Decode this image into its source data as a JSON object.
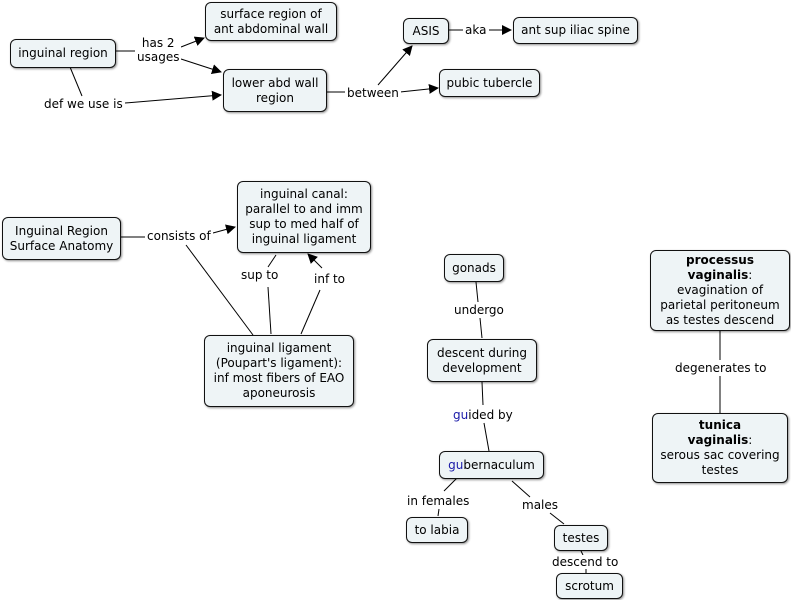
{
  "nodes": {
    "inguinal_region": "inguinal region",
    "surface_region": [
      "surface region of",
      "ant abdominal wall"
    ],
    "lower_abd": [
      "lower abd wall",
      "region"
    ],
    "asis": "ASIS",
    "ant_sup": "ant sup iliac spine",
    "pubic_tubercle": "pubic tubercle",
    "surface_anatomy": [
      "Inguinal Region",
      "Surface Anatomy"
    ],
    "inguinal_canal": [
      "inguinal canal:",
      "parallel to and imm",
      "sup to med half of",
      "inguinal ligament"
    ],
    "inguinal_ligament": [
      "inguinal ligament",
      "(Poupart's ligament):",
      "inf most fibers of EAO",
      "aponeurosis"
    ],
    "gonads": "gonads",
    "descent": [
      "descent during",
      "development"
    ],
    "gubernaculum": {
      "highlight": "gu",
      "rest": "bernaculum"
    },
    "to_labia": "to labia",
    "testes": "testes",
    "scrotum": "scrotum",
    "processus": {
      "title": "processus",
      "title2": "vaginalis",
      "colon": ":",
      "lines": [
        "evagination of",
        "parietal peritoneum",
        "as testes descend"
      ]
    },
    "tunica": {
      "title": "tunica",
      "title2": "vaginalis",
      "colon": ":",
      "lines": [
        "serous sac covering",
        "testes"
      ]
    }
  },
  "links": {
    "has2": [
      "has 2",
      "usages"
    ],
    "def": "def we use is",
    "between": "between",
    "aka": "aka",
    "consists": "consists of",
    "sup_to": "sup to",
    "inf_to": "inf to",
    "undergo": "undergo",
    "guided": {
      "highlight": "gu",
      "rest": "ided by"
    },
    "in_females": "in females",
    "males": "males",
    "descend_to": "descend to",
    "degenerates": "degenerates to"
  },
  "colors": {
    "node_fill": "#eef4f6",
    "border": "#111111",
    "highlight_text": "#1a1aa8"
  }
}
